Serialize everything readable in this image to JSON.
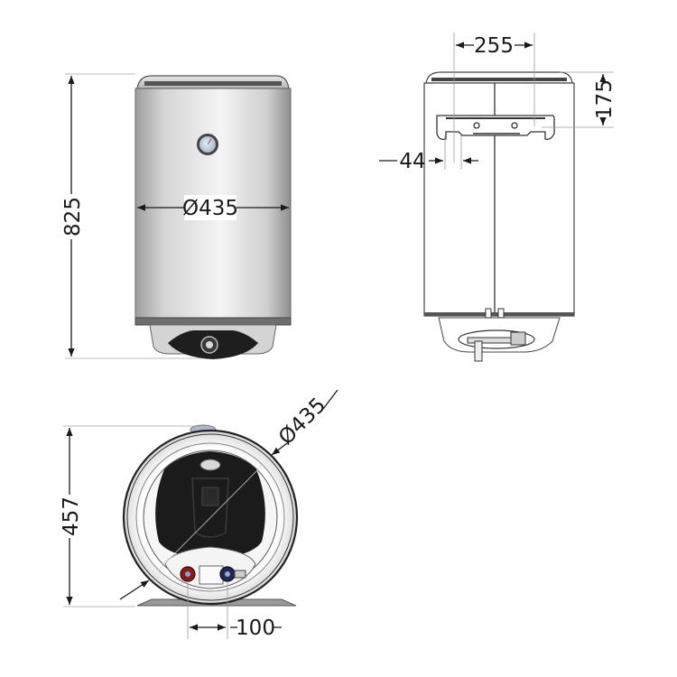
{
  "diagram": {
    "type": "technical-dimension-drawing",
    "subject": "electric water heater (vertical cylinder)",
    "views": {
      "front": {
        "height_label": "825",
        "diameter_label": "Ø435"
      },
      "back": {
        "bracket_spacing_label": "255",
        "bracket_height_label": "175",
        "bracket_offset_label": "44"
      },
      "top": {
        "depth_label": "457",
        "diameter_label": "Ø435",
        "pipe_spacing_label": "100"
      }
    },
    "colors": {
      "dimension_line": "#1a1a1a",
      "extension_line": "#9a9a9a",
      "tank_light": "#f2f2f2",
      "tank_dark": "#a9a9a9",
      "hot_pipe": "#8b1a1a",
      "cold_pipe": "#1e2a55",
      "gauge_face": "#b9cde0"
    }
  }
}
